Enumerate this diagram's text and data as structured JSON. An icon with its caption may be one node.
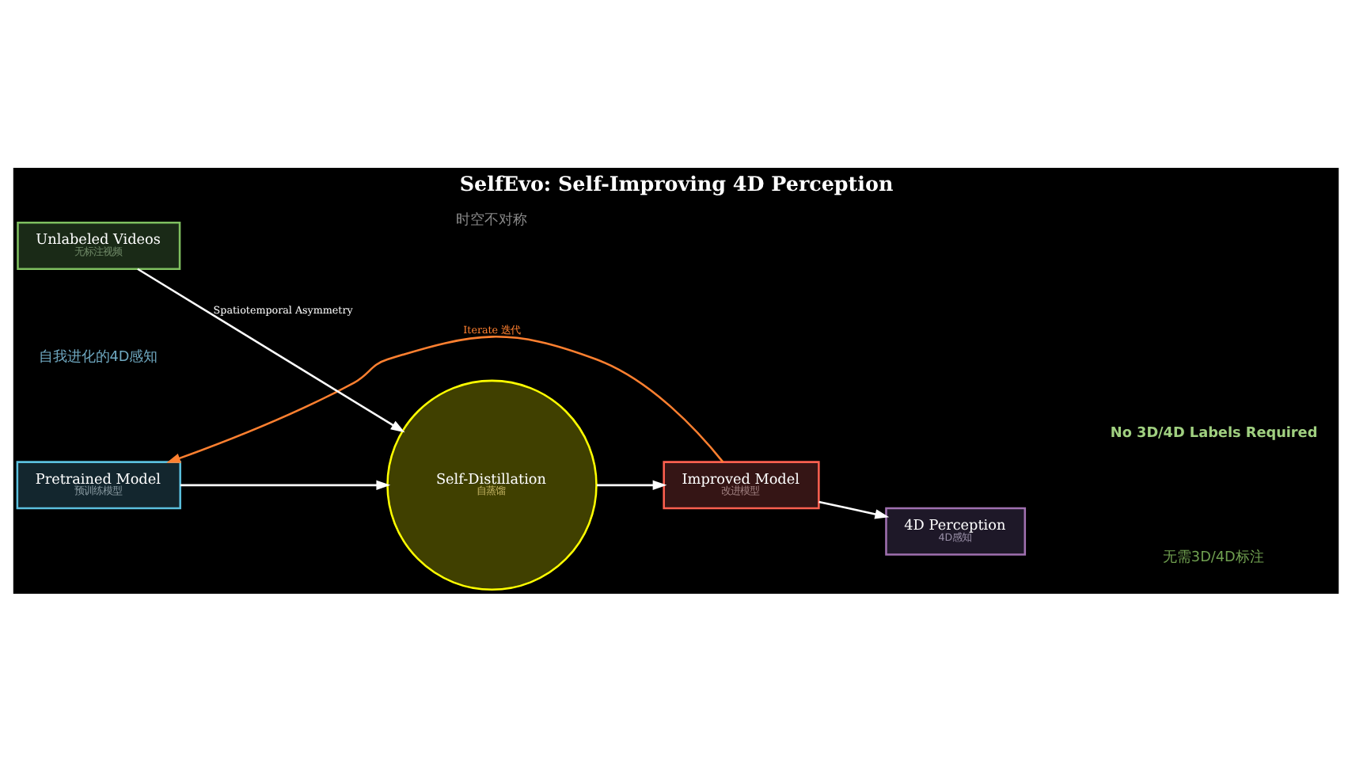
{
  "diagram": {
    "title": "SelfEvo: Self-Improving 4D Perception",
    "nodes": [
      {
        "text": [
          "Pretrained Model",
          "预训练模型"
        ]
      },
      {
        "text": [
          "Self-Distillation",
          "自蒸馏"
        ]
      },
      {
        "text": [
          "Improved Model",
          "改进模型"
        ]
      },
      {
        "text": [
          "Unlabeled Videos",
          "无标注视频"
        ]
      },
      {
        "text": [
          "4D Perception",
          "4D感知"
        ]
      }
    ],
    "edges": [
      {
        "from": 0,
        "to": 1,
        "arrow": "to"
      },
      {
        "from": 1,
        "to": 2,
        "arrow": "to"
      },
      {
        "from": 3,
        "to": 1,
        "arrow": "to",
        "label": "Spatiotemporal Asymmetry"
      },
      {
        "from": 2,
        "to": 0,
        "arrow": "to",
        "label": "Iterate 迭代",
        "color": "#ff8030"
      },
      {
        "from": 2,
        "to": 4,
        "arrow": "to"
      }
    ],
    "labels": [
      "自我进化的4D感知",
      "时空不对称",
      "No 3D/4D Labels Required",
      "无需3D/4D标注"
    ]
  }
}
